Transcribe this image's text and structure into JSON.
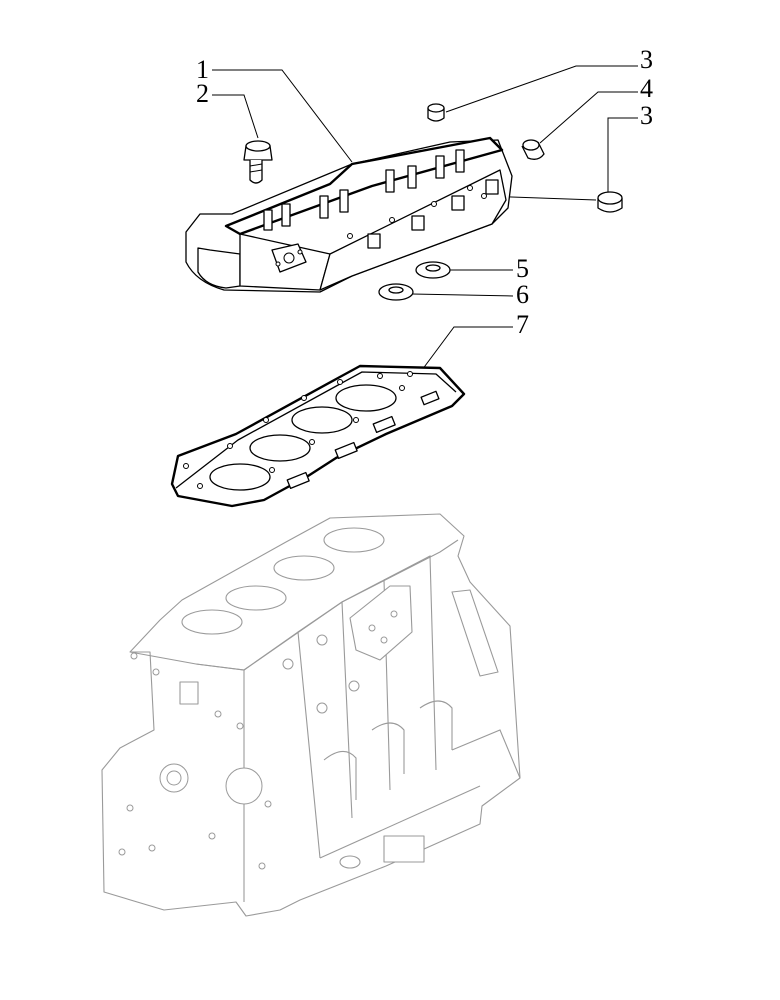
{
  "callouts": [
    {
      "id": "1",
      "label": "1"
    },
    {
      "id": "2",
      "label": "2"
    },
    {
      "id": "3a",
      "label": "3"
    },
    {
      "id": "4",
      "label": "4"
    },
    {
      "id": "3b",
      "label": "3"
    },
    {
      "id": "5",
      "label": "5"
    },
    {
      "id": "6",
      "label": "6"
    },
    {
      "id": "7",
      "label": "7"
    }
  ],
  "colors": {
    "line": "#000000",
    "ghost": "#9a9a9a",
    "background": "#ffffff"
  }
}
